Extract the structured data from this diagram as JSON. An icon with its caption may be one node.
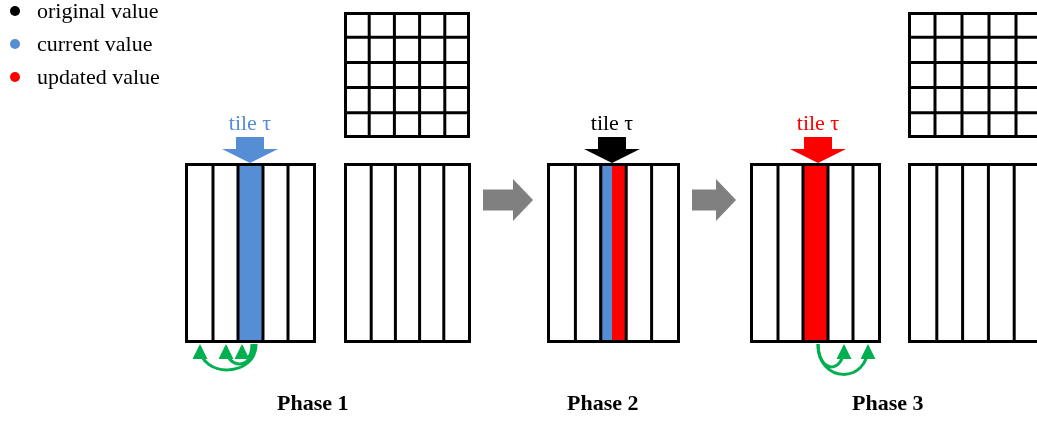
{
  "diagram": {
    "nodes": [
      {
        "text": [
          "tile τ"
        ]
      },
      {
        "text": [],
        "shape": "box"
      },
      {
        "text": [],
        "shape": "box"
      },
      {
        "text": [
          "tile τ"
        ]
      },
      {
        "text": [],
        "shape": "box"
      },
      {
        "text": [
          "tile τ"
        ]
      },
      {
        "text": [],
        "shape": "box"
      },
      {
        "text": [],
        "shape": "box"
      }
    ],
    "edges": [
      {
        "from": 0,
        "to": 1,
        "arrow": "to",
        "style": "thick",
        "color": "#558ed5"
      },
      {
        "from": 2,
        "to": 4,
        "arrow": "to",
        "style": "thick",
        "color": "#808080"
      },
      {
        "from": 3,
        "to": 4,
        "arrow": "to",
        "style": "thick",
        "color": "#000000"
      },
      {
        "from": 4,
        "to": 6,
        "arrow": "to",
        "style": "thick",
        "color": "#808080"
      },
      {
        "from": 5,
        "to": 6,
        "arrow": "to",
        "style": "thick",
        "color": "#ff0000"
      },
      {
        "from": 1,
        "to": 1,
        "arrow": "to",
        "color": "#00b050"
      },
      {
        "from": 1,
        "to": 1,
        "arrow": "to",
        "color": "#00b050"
      },
      {
        "from": 1,
        "to": 1,
        "arrow": "to",
        "color": "#00b050"
      },
      {
        "from": 6,
        "to": 6,
        "arrow": "to",
        "color": "#00b050"
      },
      {
        "from": 6,
        "to": 6,
        "arrow": "to",
        "color": "#00b050"
      }
    ],
    "labels": [
      "Phase 1",
      "Phase 2",
      "Phase 3"
    ],
    "legend": [
      {
        "text": "original value",
        "color": "#000000"
      },
      {
        "text": "current value",
        "color": "#558ed5"
      },
      {
        "text": "updated value",
        "color": "#ff0000"
      }
    ]
  }
}
